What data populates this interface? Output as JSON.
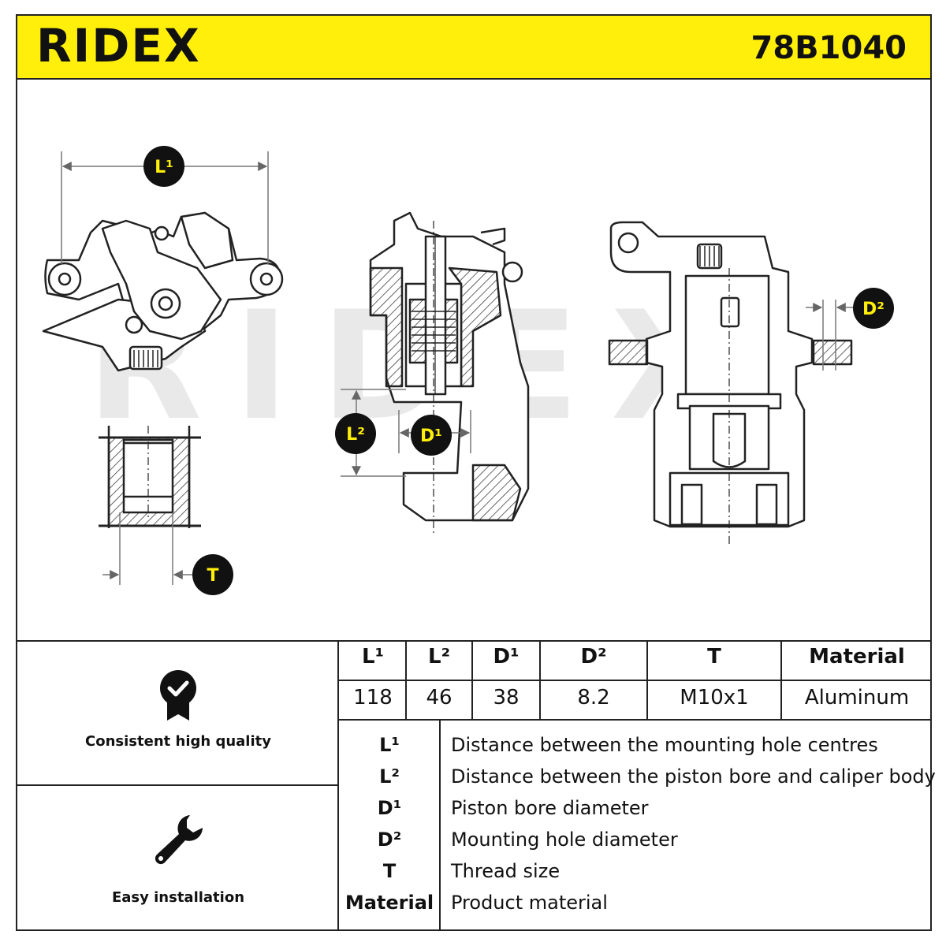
{
  "header": {
    "brand": "RIDEX",
    "part_number": "78B1040",
    "accent_color": "#ffef0a"
  },
  "diagram": {
    "watermark": "RIDEX",
    "labels": {
      "l1": "L¹",
      "l2": "L²",
      "d1": "D¹",
      "d2": "D²",
      "t": "T"
    }
  },
  "features": [
    {
      "icon": "quality-badge-icon",
      "label": "Consistent high quality"
    },
    {
      "icon": "wrench-icon",
      "label": "Easy installation"
    }
  ],
  "spec_table": {
    "headers": [
      "L¹",
      "L²",
      "D¹",
      "D²",
      "T",
      "Material"
    ],
    "values": [
      "118",
      "46",
      "38",
      "8.2",
      "M10x1",
      "Aluminum"
    ]
  },
  "legend": [
    {
      "key": "L¹",
      "description": "Distance between the mounting hole centres"
    },
    {
      "key": "L²",
      "description": "Distance between the piston bore and caliper body"
    },
    {
      "key": "D¹",
      "description": "Piston bore diameter"
    },
    {
      "key": "D²",
      "description": "Mounting hole diameter"
    },
    {
      "key": "T",
      "description": "Thread size"
    },
    {
      "key": "Material",
      "description": "Product material"
    }
  ]
}
